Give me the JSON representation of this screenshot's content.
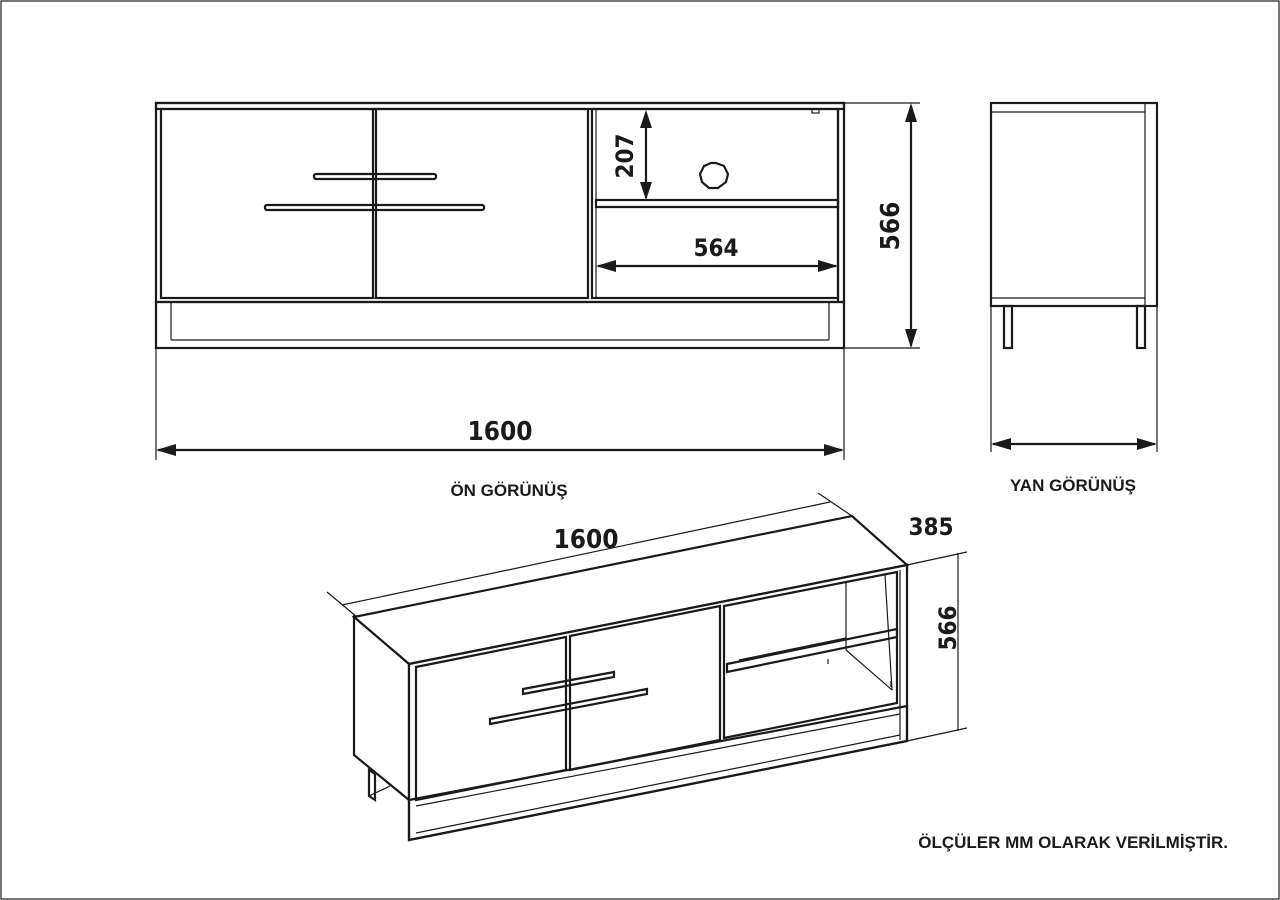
{
  "front_view": {
    "label": "ÖN GÖRÜNÜŞ",
    "width_dim": "1600",
    "height_dim": "566",
    "shelf_height_dim": "207",
    "shelf_width_dim": "564"
  },
  "side_view": {
    "label": "YAN GÖRÜNÜŞ"
  },
  "iso_view": {
    "width_dim": "1600",
    "depth_dim": "385",
    "height_dim": "566"
  },
  "note": "ÖLÇÜLER MM OLARAK VERİLMİŞTİR.",
  "colors": {
    "line": "#1a1a1a",
    "background": "#ffffff"
  }
}
